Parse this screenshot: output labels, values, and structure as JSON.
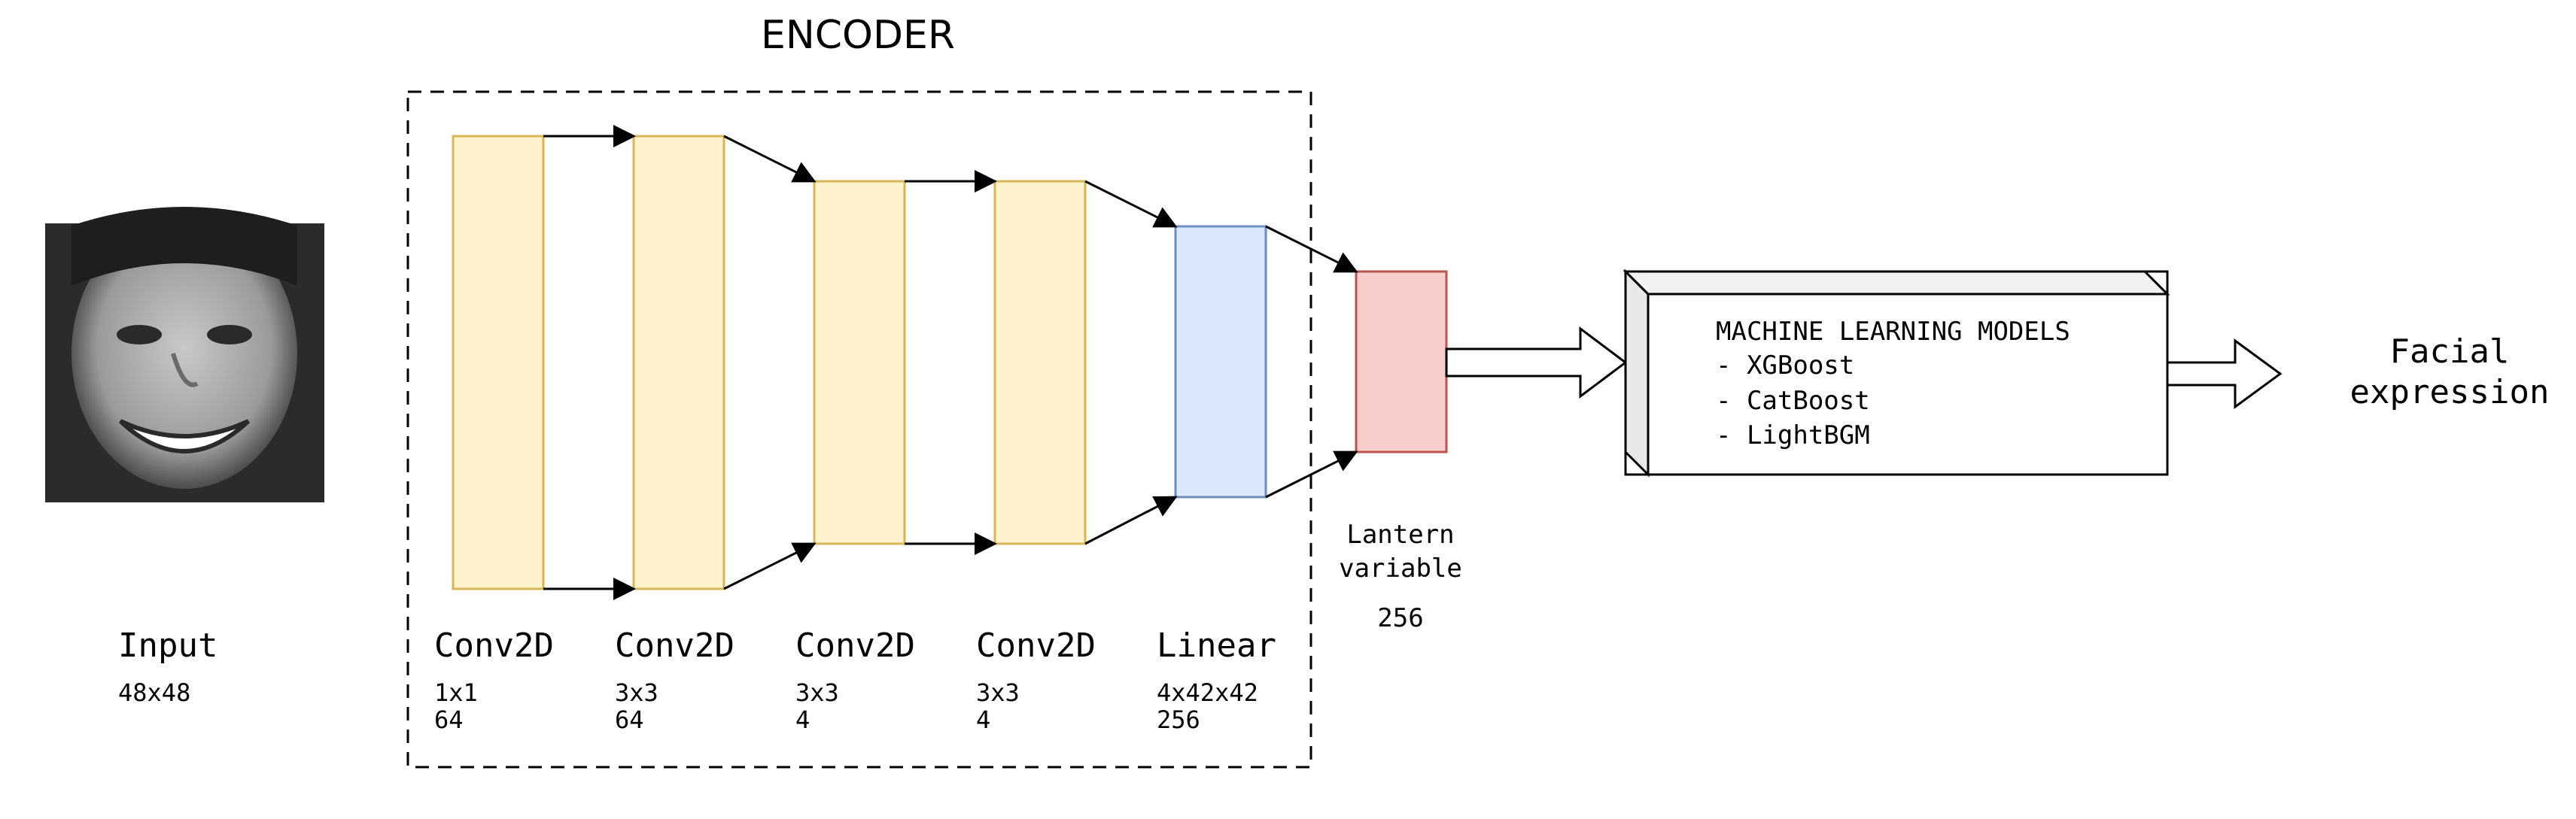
{
  "title": "ENCODER",
  "input": {
    "label": "Input",
    "size": "48x48"
  },
  "layers": [
    {
      "name": "Conv2D",
      "kernel": "1x1",
      "channels": "64"
    },
    {
      "name": "Conv2D",
      "kernel": "3x3",
      "channels": "64"
    },
    {
      "name": "Conv2D",
      "kernel": "3x3",
      "channels": "4"
    },
    {
      "name": "Conv2D",
      "kernel": "3x3",
      "channels": "4"
    },
    {
      "name": "Linear",
      "kernel": "4x42x42",
      "channels": "256"
    }
  ],
  "latent": {
    "line1": "Lantern",
    "line2": "variable",
    "size": "256"
  },
  "models": {
    "heading": "MACHINE LEARNING MODELS",
    "items": [
      "- XGBoost",
      "- CatBoost",
      "- LightBGM"
    ]
  },
  "output": {
    "line1": "Facial",
    "line2": "expression"
  },
  "colors": {
    "conv_fill": "#fff2cc",
    "conv_stroke": "#d6b656",
    "linear_fill": "#dae8fc",
    "linear_stroke": "#6c8ebf",
    "latent_fill": "#f8cecc",
    "latent_stroke": "#b85450"
  }
}
